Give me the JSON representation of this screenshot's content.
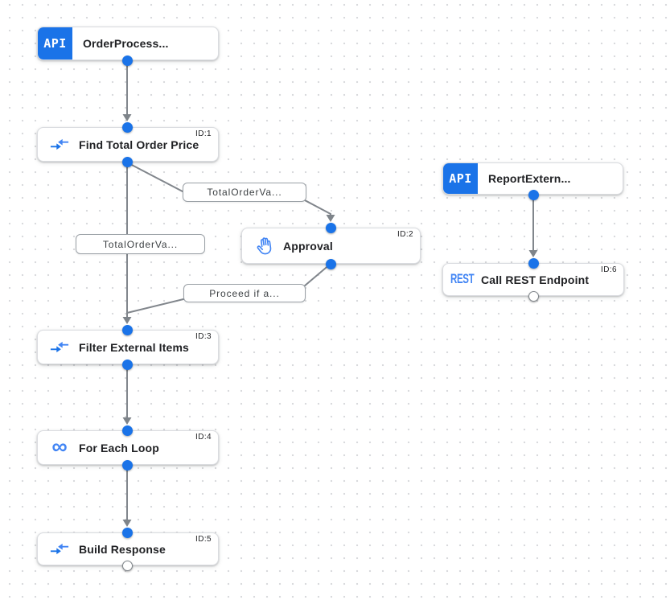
{
  "canvas": {
    "name": "Integration workflow canvas"
  },
  "icons": {
    "api_badge": "API",
    "rest_badge": "REST",
    "loop_glyph": "∞"
  },
  "nodes": {
    "order_process": {
      "label": "OrderProcess...",
      "icon": "api-trigger-badge"
    },
    "find_total_order_price": {
      "label": "Find Total Order Price",
      "id": "ID:1",
      "icon": "data-mapping-icon"
    },
    "approval": {
      "label": "Approval",
      "id": "ID:2",
      "icon": "pan-tool-hand-icon"
    },
    "filter_external_items": {
      "label": "Filter External Items",
      "id": "ID:3",
      "icon": "data-mapping-icon"
    },
    "for_each_loop": {
      "label": "For Each Loop",
      "id": "ID:4",
      "icon": "infinity-loop-icon"
    },
    "build_response": {
      "label": "Build Response",
      "id": "ID:5",
      "icon": "data-mapping-icon"
    },
    "report_external": {
      "label": "ReportExtern...",
      "icon": "api-trigger-badge"
    },
    "call_rest_endpoint": {
      "label": "Call REST Endpoint",
      "id": "ID:6",
      "icon": "rest-text-icon"
    }
  },
  "edge_labels": {
    "find_total_to_approval": "TotalOrderVa...",
    "find_total_to_filter": "TotalOrderVa...",
    "approval_to_filter": "Proceed if a..."
  }
}
